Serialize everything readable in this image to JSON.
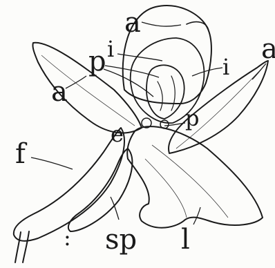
{
  "labels": {
    "a_top": "a",
    "a_left": "a",
    "a_right": "a",
    "i_upper": "i",
    "i_right": "i",
    "p_left": "p",
    "p_right": "p",
    "e": "e",
    "f": "f",
    "sp": "sp",
    "l": "l",
    "dot": ":"
  }
}
